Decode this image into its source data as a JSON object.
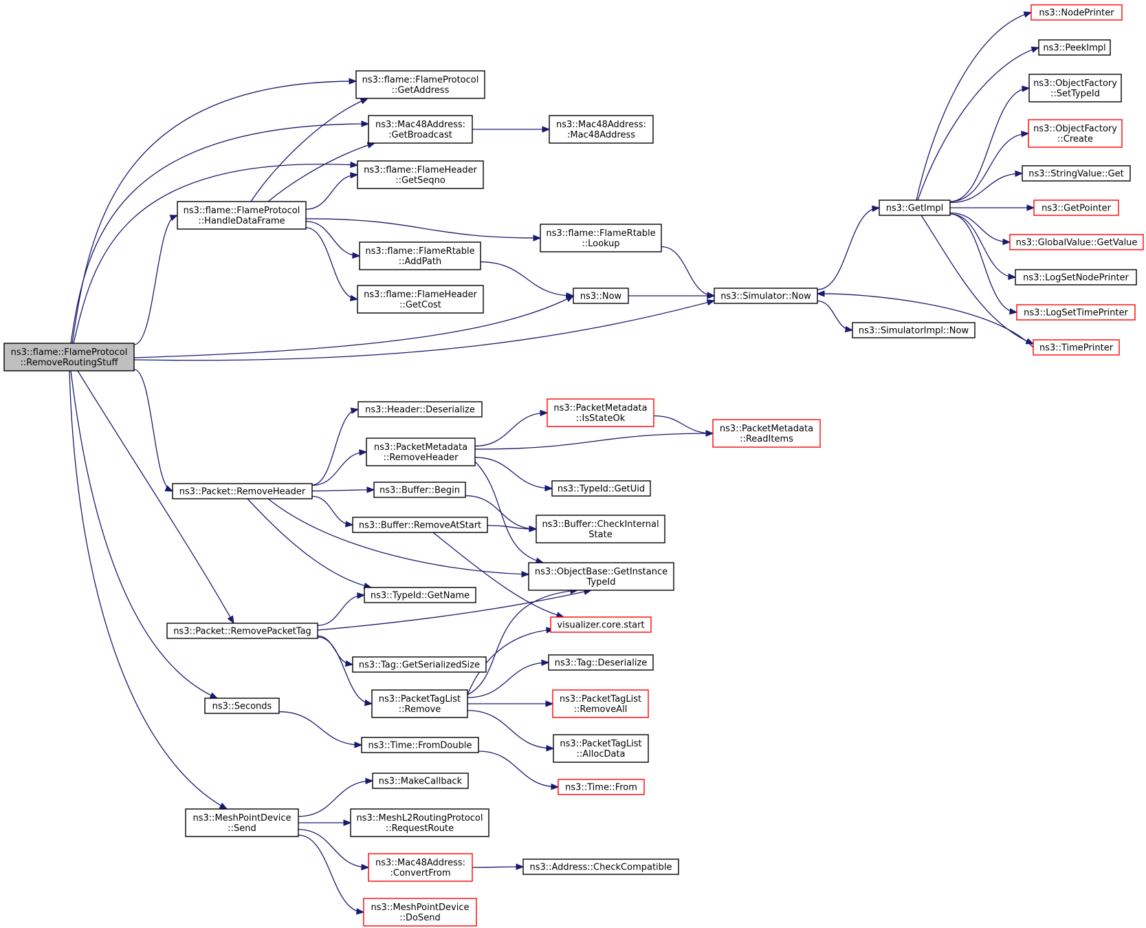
{
  "colors": {
    "edge": "#191970",
    "node_border_normal": "#000000",
    "node_border_truncated": "#ff0000",
    "root_fill": "#bfbfbf",
    "node_fill": "#ffffff"
  },
  "graph": {
    "root": "removeroutingstuff",
    "nodes": [
      {
        "id": "removeroutingstuff",
        "lines": [
          "ns3::flame::FlameProtocol",
          "::RemoveRoutingStuff"
        ],
        "style": "root"
      },
      {
        "id": "handledataframe",
        "lines": [
          "ns3::flame::FlameProtocol",
          "::HandleDataFrame"
        ],
        "style": "normal"
      },
      {
        "id": "getaddress",
        "lines": [
          "ns3::flame::FlameProtocol",
          "::GetAddress"
        ],
        "style": "normal"
      },
      {
        "id": "getbroadcast",
        "lines": [
          "ns3::Mac48Address:",
          ":GetBroadcast"
        ],
        "style": "normal"
      },
      {
        "id": "mac48address",
        "lines": [
          "ns3::Mac48Address:",
          ":Mac48Address"
        ],
        "style": "normal"
      },
      {
        "id": "getseqno",
        "lines": [
          "ns3::flame::FlameHeader",
          "::GetSeqno"
        ],
        "style": "normal"
      },
      {
        "id": "lookup",
        "lines": [
          "ns3::flame::FlameRtable",
          "::Lookup"
        ],
        "style": "normal"
      },
      {
        "id": "addpath",
        "lines": [
          "ns3::flame::FlameRtable",
          "::AddPath"
        ],
        "style": "normal"
      },
      {
        "id": "getcost",
        "lines": [
          "ns3::flame::FlameHeader",
          "::GetCost"
        ],
        "style": "normal"
      },
      {
        "id": "now",
        "lines": [
          "ns3::Now"
        ],
        "style": "normal"
      },
      {
        "id": "simnow",
        "lines": [
          "ns3::Simulator::Now"
        ],
        "style": "normal"
      },
      {
        "id": "simimplnow",
        "lines": [
          "ns3::SimulatorImpl::Now"
        ],
        "style": "normal"
      },
      {
        "id": "getimpl",
        "lines": [
          "ns3::GetImpl"
        ],
        "style": "normal"
      },
      {
        "id": "nodeprinter",
        "lines": [
          "ns3::NodePrinter"
        ],
        "style": "truncated"
      },
      {
        "id": "peekimpl",
        "lines": [
          "ns3::PeekImpl"
        ],
        "style": "normal"
      },
      {
        "id": "settypeid",
        "lines": [
          "ns3::ObjectFactory",
          "::SetTypeId"
        ],
        "style": "normal"
      },
      {
        "id": "create",
        "lines": [
          "ns3::ObjectFactory",
          "::Create"
        ],
        "style": "truncated"
      },
      {
        "id": "stringvalueget",
        "lines": [
          "ns3::StringValue::Get"
        ],
        "style": "normal"
      },
      {
        "id": "getpointer",
        "lines": [
          "ns3::GetPointer"
        ],
        "style": "truncated"
      },
      {
        "id": "globalvalue",
        "lines": [
          "ns3::GlobalValue::GetValue"
        ],
        "style": "truncated"
      },
      {
        "id": "logsetnodeprinter",
        "lines": [
          "ns3::LogSetNodePrinter"
        ],
        "style": "normal"
      },
      {
        "id": "logsettimeprinter",
        "lines": [
          "ns3::LogSetTimePrinter"
        ],
        "style": "truncated"
      },
      {
        "id": "timeprinter",
        "lines": [
          "ns3::TimePrinter"
        ],
        "style": "truncated"
      },
      {
        "id": "packetremoveheader",
        "lines": [
          "ns3::Packet::RemoveHeader"
        ],
        "style": "normal"
      },
      {
        "id": "headerdeserialize",
        "lines": [
          "ns3::Header::Deserialize"
        ],
        "style": "normal"
      },
      {
        "id": "pmremoveheader",
        "lines": [
          "ns3::PacketMetadata",
          "::RemoveHeader"
        ],
        "style": "normal"
      },
      {
        "id": "isstateok",
        "lines": [
          "ns3::PacketMetadata",
          "::IsStateOk"
        ],
        "style": "truncated"
      },
      {
        "id": "readitems",
        "lines": [
          "ns3::PacketMetadata",
          "::ReadItems"
        ],
        "style": "truncated"
      },
      {
        "id": "getuid",
        "lines": [
          "ns3::TypeId::GetUid"
        ],
        "style": "normal"
      },
      {
        "id": "bufferbegin",
        "lines": [
          "ns3::Buffer::Begin"
        ],
        "style": "normal"
      },
      {
        "id": "removeatstart",
        "lines": [
          "ns3::Buffer::RemoveAtStart"
        ],
        "style": "normal"
      },
      {
        "id": "checkinternal",
        "lines": [
          "ns3::Buffer::CheckInternal",
          "State"
        ],
        "style": "normal"
      },
      {
        "id": "getinstancetypeid",
        "lines": [
          "ns3::ObjectBase::GetInstance",
          "TypeId"
        ],
        "style": "normal"
      },
      {
        "id": "getname",
        "lines": [
          "ns3::TypeId::GetName"
        ],
        "style": "normal"
      },
      {
        "id": "removepackettag",
        "lines": [
          "ns3::Packet::RemovePacketTag"
        ],
        "style": "normal"
      },
      {
        "id": "visualizer",
        "lines": [
          "visualizer.core.start"
        ],
        "style": "truncated"
      },
      {
        "id": "getserializedsize",
        "lines": [
          "ns3::Tag::GetSerializedSize"
        ],
        "style": "normal"
      },
      {
        "id": "tagdeserialize",
        "lines": [
          "ns3::Tag::Deserialize"
        ],
        "style": "normal"
      },
      {
        "id": "ptlremove",
        "lines": [
          "ns3::PacketTagList",
          "::Remove"
        ],
        "style": "normal"
      },
      {
        "id": "removeall",
        "lines": [
          "ns3::PacketTagList",
          "::RemoveAll"
        ],
        "style": "truncated"
      },
      {
        "id": "allocdata",
        "lines": [
          "ns3::PacketTagList",
          "::AllocData"
        ],
        "style": "normal"
      },
      {
        "id": "seconds",
        "lines": [
          "ns3::Seconds"
        ],
        "style": "normal"
      },
      {
        "id": "fromdouble",
        "lines": [
          "ns3::Time::FromDouble"
        ],
        "style": "normal"
      },
      {
        "id": "timefrom",
        "lines": [
          "ns3::Time::From"
        ],
        "style": "truncated"
      },
      {
        "id": "makecallback",
        "lines": [
          "ns3::MakeCallback"
        ],
        "style": "normal"
      },
      {
        "id": "mpdsend",
        "lines": [
          "ns3::MeshPointDevice",
          "::Send"
        ],
        "style": "normal"
      },
      {
        "id": "requestroute",
        "lines": [
          "ns3::MeshL2RoutingProtocol",
          "::RequestRoute"
        ],
        "style": "normal"
      },
      {
        "id": "convertfrom",
        "lines": [
          "ns3::Mac48Address:",
          ":ConvertFrom"
        ],
        "style": "truncated"
      },
      {
        "id": "checkcompatible",
        "lines": [
          "ns3::Address::CheckCompatible"
        ],
        "style": "normal"
      },
      {
        "id": "dosend",
        "lines": [
          "ns3::MeshPointDevice",
          "::DoSend"
        ],
        "style": "truncated"
      }
    ],
    "edges": [
      [
        "removeroutingstuff",
        "getaddress"
      ],
      [
        "removeroutingstuff",
        "getbroadcast"
      ],
      [
        "removeroutingstuff",
        "getseqno"
      ],
      [
        "removeroutingstuff",
        "handledataframe"
      ],
      [
        "removeroutingstuff",
        "now"
      ],
      [
        "removeroutingstuff",
        "simnow"
      ],
      [
        "removeroutingstuff",
        "packetremoveheader"
      ],
      [
        "removeroutingstuff",
        "removepackettag"
      ],
      [
        "removeroutingstuff",
        "seconds"
      ],
      [
        "removeroutingstuff",
        "mpdsend"
      ],
      [
        "handledataframe",
        "getaddress"
      ],
      [
        "handledataframe",
        "getbroadcast"
      ],
      [
        "handledataframe",
        "getseqno"
      ],
      [
        "handledataframe",
        "lookup"
      ],
      [
        "handledataframe",
        "addpath"
      ],
      [
        "handledataframe",
        "getcost"
      ],
      [
        "getbroadcast",
        "mac48address"
      ],
      [
        "lookup",
        "simnow"
      ],
      [
        "addpath",
        "now"
      ],
      [
        "now",
        "simnow"
      ],
      [
        "simnow",
        "getimpl"
      ],
      [
        "simnow",
        "simimplnow"
      ],
      [
        "getimpl",
        "nodeprinter"
      ],
      [
        "getimpl",
        "peekimpl"
      ],
      [
        "getimpl",
        "settypeid"
      ],
      [
        "getimpl",
        "create"
      ],
      [
        "getimpl",
        "stringvalueget"
      ],
      [
        "getimpl",
        "getpointer"
      ],
      [
        "getimpl",
        "globalvalue"
      ],
      [
        "getimpl",
        "logsetnodeprinter"
      ],
      [
        "getimpl",
        "logsettimeprinter"
      ],
      [
        "getimpl",
        "timeprinter"
      ],
      [
        "timeprinter",
        "simnow"
      ],
      [
        "packetremoveheader",
        "headerdeserialize"
      ],
      [
        "packetremoveheader",
        "pmremoveheader"
      ],
      [
        "packetremoveheader",
        "bufferbegin"
      ],
      [
        "packetremoveheader",
        "removeatstart"
      ],
      [
        "packetremoveheader",
        "getinstancetypeid"
      ],
      [
        "packetremoveheader",
        "getname"
      ],
      [
        "pmremoveheader",
        "isstateok"
      ],
      [
        "pmremoveheader",
        "readitems"
      ],
      [
        "pmremoveheader",
        "getuid"
      ],
      [
        "pmremoveheader",
        "getinstancetypeid"
      ],
      [
        "isstateok",
        "readitems"
      ],
      [
        "bufferbegin",
        "checkinternal"
      ],
      [
        "removeatstart",
        "checkinternal"
      ],
      [
        "removeatstart",
        "visualizer"
      ],
      [
        "removepackettag",
        "getname"
      ],
      [
        "removepackettag",
        "getinstancetypeid"
      ],
      [
        "removepackettag",
        "getserializedsize"
      ],
      [
        "removepackettag",
        "ptlremove"
      ],
      [
        "ptlremove",
        "getinstancetypeid"
      ],
      [
        "ptlremove",
        "visualizer"
      ],
      [
        "ptlremove",
        "tagdeserialize"
      ],
      [
        "ptlremove",
        "removeall"
      ],
      [
        "ptlremove",
        "allocdata"
      ],
      [
        "seconds",
        "fromdouble"
      ],
      [
        "fromdouble",
        "timefrom"
      ],
      [
        "mpdsend",
        "makecallback"
      ],
      [
        "mpdsend",
        "requestroute"
      ],
      [
        "mpdsend",
        "convertfrom"
      ],
      [
        "mpdsend",
        "dosend"
      ],
      [
        "convertfrom",
        "checkcompatible"
      ]
    ]
  }
}
